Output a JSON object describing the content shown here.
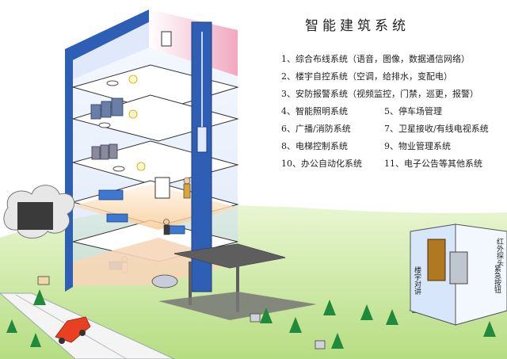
{
  "title": "智能建筑系统",
  "systems": [
    "1、综合布线系统（语音，图像，数据通信网络）",
    "2、楼宇自控系统（空调，给排水，变配电）",
    "3、安防报警系统（视频监控，门禁，巡更，报警）",
    "4、智能照明系统",
    "5、停车场管理",
    "6、广播/消防系统",
    "7、卫星接收/有线电视系统",
    "8、电梯控制系统",
    "9、物业管理系统",
    "10、办公自动化系统",
    "11、电子公告等其他系统"
  ],
  "room_labels": {
    "infrared": "红外探头",
    "intercom": "楼宇对讲",
    "emergency": "紧急按钮"
  },
  "colors": {
    "wall_blue": "#2f5fb5",
    "roof_pink": "#f4b6c8",
    "ground_green": "#b9df8a",
    "floor_grey": "#6d6d6d",
    "tree_green": "#1f8a3a",
    "car_red": "#e84020"
  }
}
